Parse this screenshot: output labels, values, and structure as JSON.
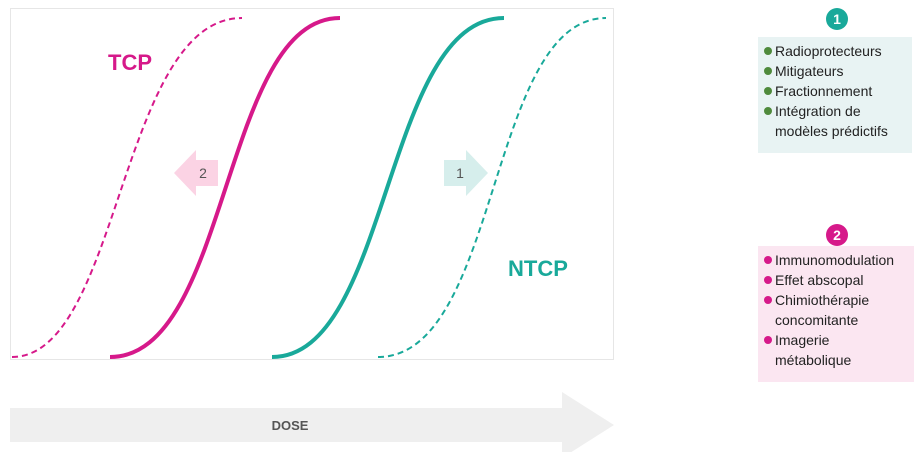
{
  "colors": {
    "tcp": "#d6198a",
    "ntcp": "#19a99a",
    "arrow_left": "#fbd3e4",
    "arrow_right": "#d6eeec",
    "dose_arrow": "#efefef"
  },
  "diagram": {
    "tcp_label": "TCP",
    "ntcp_label": "NTCP",
    "arrow_left_label": "2",
    "arrow_right_label": "1",
    "dose_label": "DOSE"
  },
  "group1": {
    "badge": "1",
    "items": [
      "Radioprotecteurs",
      "Mitigateurs",
      "Fractionnement",
      "Intégration de modèles prédictifs"
    ]
  },
  "group2": {
    "badge": "2",
    "items": [
      "Immunomodulation",
      "Effet abscopal",
      "Chimiothérapie concomitante",
      "Imagerie métabolique"
    ]
  }
}
